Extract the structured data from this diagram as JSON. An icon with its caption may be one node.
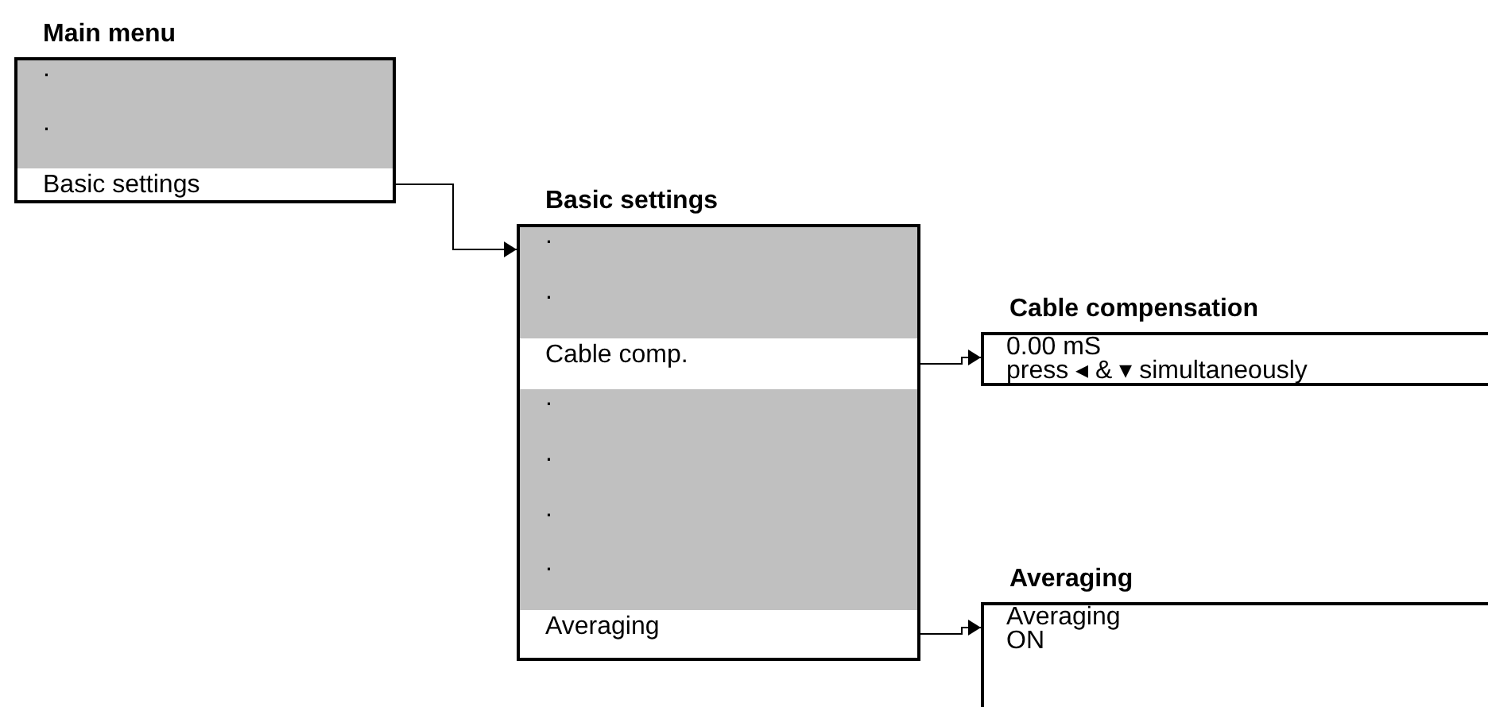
{
  "diagram": {
    "nodes": [
      {
        "text": [
          "Main menu"
        ]
      },
      {
        "text": [
          "."
        ],
        "in": 0
      },
      {
        "text": [
          "."
        ],
        "in": 0
      },
      {
        "text": [
          "Basic settings"
        ],
        "in": 0
      },
      {
        "text": [
          "Basic settings"
        ]
      },
      {
        "text": [
          "."
        ],
        "in": 4
      },
      {
        "text": [
          "."
        ],
        "in": 4
      },
      {
        "text": [
          "Cable comp."
        ],
        "in": 4
      },
      {
        "text": [
          "."
        ],
        "in": 4
      },
      {
        "text": [
          "."
        ],
        "in": 4
      },
      {
        "text": [
          "."
        ],
        "in": 4
      },
      {
        "text": [
          "."
        ],
        "in": 4
      },
      {
        "text": [
          "Averaging"
        ],
        "in": 4
      },
      {
        "text": [
          "Cable compensation",
          "0.00 mS",
          "press ◂ & ▾ simultaneously"
        ]
      },
      {
        "text": [
          "Averaging",
          "Averaging",
          "ON"
        ]
      }
    ],
    "edges": [
      {
        "from": 3,
        "to": 4,
        "arrow": "to"
      },
      {
        "from": 7,
        "to": 13,
        "arrow": "to"
      },
      {
        "from": 12,
        "to": 14,
        "arrow": "to"
      }
    ]
  }
}
